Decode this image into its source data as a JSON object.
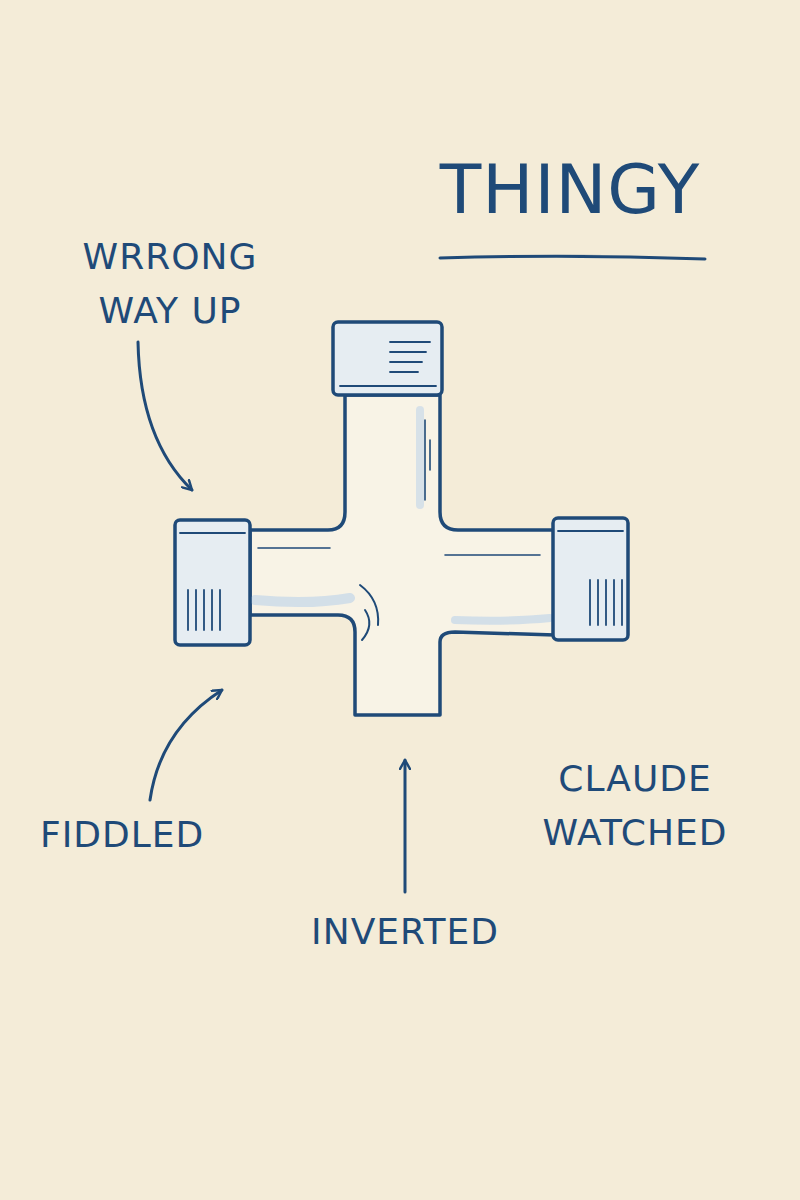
{
  "diagram": {
    "title": "THINGY",
    "labels": [
      "WRRONG WAY UP",
      "FIDDLED",
      "INVERTED",
      "CLAUDE WATCHED"
    ]
  }
}
